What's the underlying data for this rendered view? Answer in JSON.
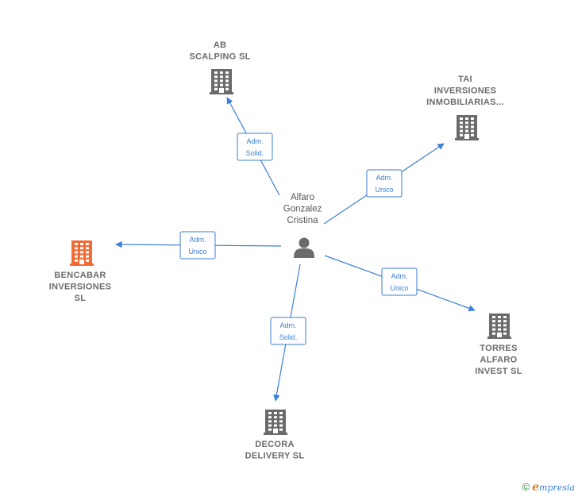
{
  "center": {
    "label_lines": [
      "Alfaro",
      "Gonzalez",
      "Cristina"
    ],
    "icon": "person-icon"
  },
  "companies": [
    {
      "id": "ab-scalping",
      "label_lines": [
        "AB",
        "SCALPING  SL"
      ],
      "color": "#6b6b6b",
      "highlight": false,
      "role_lines": [
        "Adm.",
        "Solid."
      ]
    },
    {
      "id": "tai-inversiones",
      "label_lines": [
        "TAI",
        "INVERSIONES",
        "INMOBILIARIAS..."
      ],
      "color": "#6b6b6b",
      "highlight": false,
      "role_lines": [
        "Adm.",
        "Unico"
      ]
    },
    {
      "id": "bencabar-inversiones",
      "label_lines": [
        "BENCABAR",
        "INVERSIONES",
        "SL"
      ],
      "color": "#f26a35",
      "highlight": true,
      "role_lines": [
        "Adm.",
        "Unico"
      ]
    },
    {
      "id": "torres-alfaro",
      "label_lines": [
        "TORRES",
        "ALFARO",
        "INVEST  SL"
      ],
      "color": "#6b6b6b",
      "highlight": false,
      "role_lines": [
        "Adm.",
        "Unico"
      ]
    },
    {
      "id": "decora-delivery",
      "label_lines": [
        "DECORA",
        "DELIVERY  SL"
      ],
      "color": "#6b6b6b",
      "highlight": false,
      "role_lines": [
        "Adm.",
        "Solid."
      ]
    }
  ],
  "colors": {
    "edge": "#3a7fd5",
    "node": "#6b6b6b",
    "highlight": "#f26a35"
  },
  "footer": {
    "copyright": "©",
    "brand_initial": "e",
    "brand_rest": "mpresia"
  }
}
